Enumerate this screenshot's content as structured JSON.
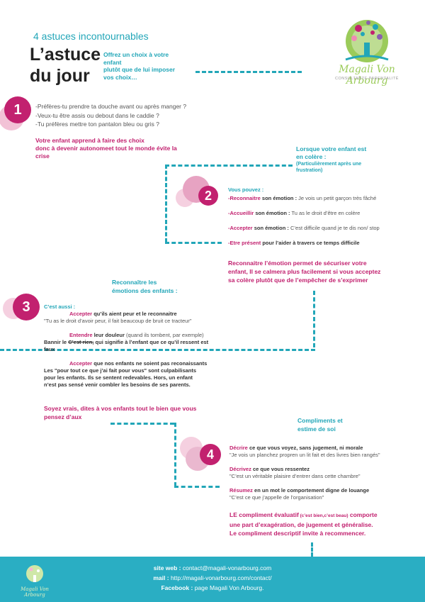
{
  "header": {
    "kicker": "4 astuces incontournables",
    "title_line1": "L’astuce",
    "title_line2": "du jour",
    "subtitle": [
      "Offrez un choix à votre",
      "enfant",
      "plutôt que de lui imposer",
      "vos choix…"
    ]
  },
  "brand": {
    "name": "Magali Von Arbourg",
    "tagline": "CONSULTANTE PARENTALITÉ"
  },
  "section1": {
    "number": "1",
    "questions": [
      "-Préfères-tu prendre ta douche avant ou après manger ?",
      "-Veux-tu être assis ou debout dans le caddie ?",
      "-Tu préfères mettre ton pantalon bleu ou gris ?"
    ],
    "conclusion": [
      "Votre enfant apprend à faire des choix",
      "donc à devenir autonomeet tout le monde évite la",
      "crise"
    ]
  },
  "section2": {
    "number": "2",
    "heading": [
      "Lorsque votre enfant est",
      "en colère :"
    ],
    "subheading": [
      "(Particulièrement après une",
      "frustration)"
    ],
    "intro": "Vous pouvez :",
    "items": [
      {
        "bold": "-Reconnaitre",
        "rest_bold": " son émotion :",
        "text": " Je vois un petit garçon très fâché"
      },
      {
        "bold": "-Accueillir",
        "rest_bold": " son émotion :",
        "text": " Tu as le droit d’être en colère"
      },
      {
        "bold": "-Accepter",
        "rest_bold": " son émotion :",
        "text": " C’est difficile quand je te dis non/ stop"
      },
      {
        "bold": "-Etre présent",
        "rest_bold": " pour l’aider à travers ce temps difficile",
        "text": ""
      }
    ],
    "conclusion": [
      "Reconnaitre l’émotion permet de sécuriser votre",
      "enfant, Il se calmera plus facilement si vous acceptez",
      "sa colère plutôt que de l’empêcher de s’exprimer"
    ]
  },
  "section3": {
    "number": "3",
    "heading": [
      "Reconnaître les",
      "émotions des enfants :"
    ],
    "intro": "C’est aussi :",
    "p1_pink": "Accepter",
    "p1_bold": " qu’ils aient peur et le reconnaitre",
    "p1_quote": "\"Tu as le droit d’avoir peur, il fait beaucoup de bruit ce tracteur\"",
    "p2_pink": "Entendre",
    "p2_bold": " leur douleur",
    "p2_text": " (quand ils tombent, par exemple)",
    "p2_line2a": "Bannir le ",
    "p2_strike": "C’est rien,",
    "p2_line2b": " qui signifie à l’enfant que ce qu’il ressent est",
    "p2_line3": "faux",
    "p3_pink": "Accepter",
    "p3_bold": " que nos enfants ne soient pas reconaissants",
    "p3_lines": [
      "Les \"pour tout ce que j’ai fait pour vous\" sont culpabilisants",
      "pour les enfants. Ils se sentent redevables. Hors, un enfant",
      "n’est pas sensé venir combler les besoins de ses parents."
    ],
    "conclusion": [
      "Soyez vrais, dites à vos enfants tout le bien que vous",
      "pensez d’aux"
    ]
  },
  "section4": {
    "number": "4",
    "heading": [
      "Compliments et",
      "estime de soi"
    ],
    "items": [
      {
        "pink": "Décrire",
        "bold": " ce que vous voyez, sans jugement, ni morale",
        "quote": "\"Je vois un planchez propren un lit fait et des livres bien rangés\""
      },
      {
        "pink": "Décrivez",
        "bold": " ce que vous ressentez",
        "quote": "\"C’est un véritable plaisire d’entrer dans cette chambre\""
      },
      {
        "pink": "Résumez",
        "bold": " en un mot le comportement digne de louange",
        "quote": "\"C’est ce que j’appelle de l’organisation\""
      }
    ],
    "conclusion_a": "LE compliment évaluatif",
    "conclusion_small": " (c’est bien,c’est beau)",
    "conclusion_b": " comporte",
    "conclusion_lines": [
      "une part d’exagération, de jugement et généralise.",
      "Le compliment descriptif invite à recommencer."
    ]
  },
  "footer": {
    "web_label": "site web :",
    "web_value": " contact@magali-vonarbourg.com",
    "mail_label": "mail :",
    "mail_value": " http://magali-vonarbourg.com/contact/",
    "fb_label": "Facebook :",
    "fb_value": " page Magali Von Arbourg."
  },
  "colors": {
    "teal": "#22a6b8",
    "pink": "#c2216f",
    "footer": "#2aaec3"
  }
}
